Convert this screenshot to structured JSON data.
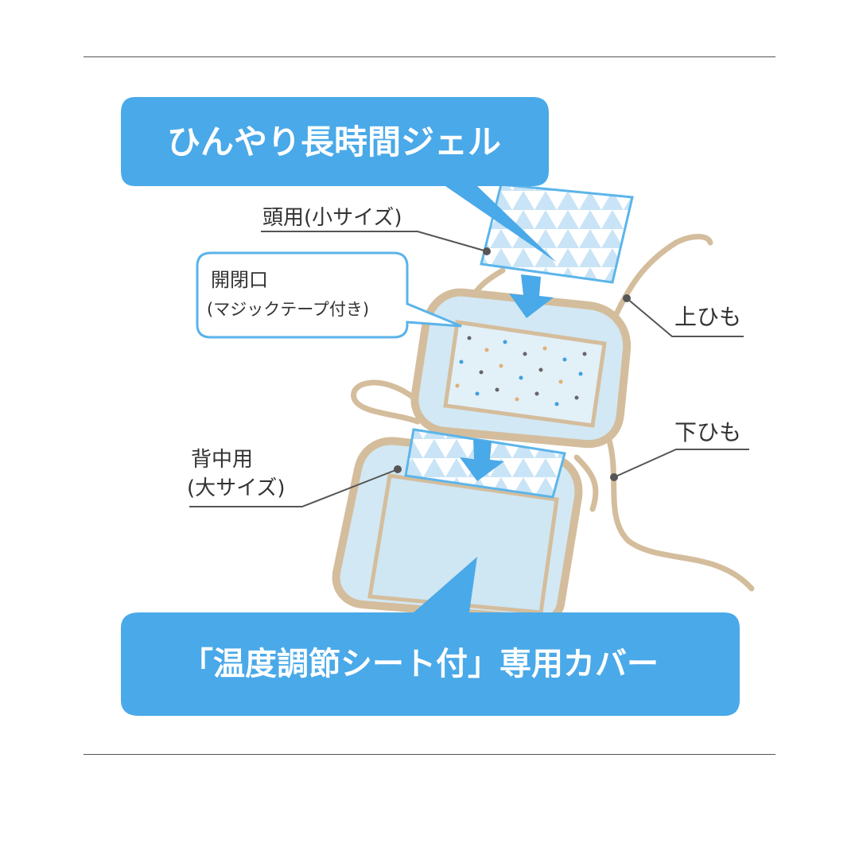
{
  "top_banner": {
    "title": "ひんやり長時間ジェル"
  },
  "labels": {
    "head": "頭用(小サイズ)",
    "opening_line1": "開閉口",
    "opening_line2": "(マジックテープ付き)",
    "back_line1": "背中用",
    "back_line2": "(大サイズ)",
    "upper_strap": "上ひも",
    "lower_strap": "下ひも"
  },
  "bottom_banner": {
    "title": "「温度調節シート付」専用カバー"
  },
  "colors": {
    "banner_blue": "#4aa9e8",
    "label_border": "#5bb3ea",
    "cover_beige": "#d9c4a6",
    "cover_fill": "#d2e8f4",
    "gel_blue": "#5cb5ea"
  }
}
